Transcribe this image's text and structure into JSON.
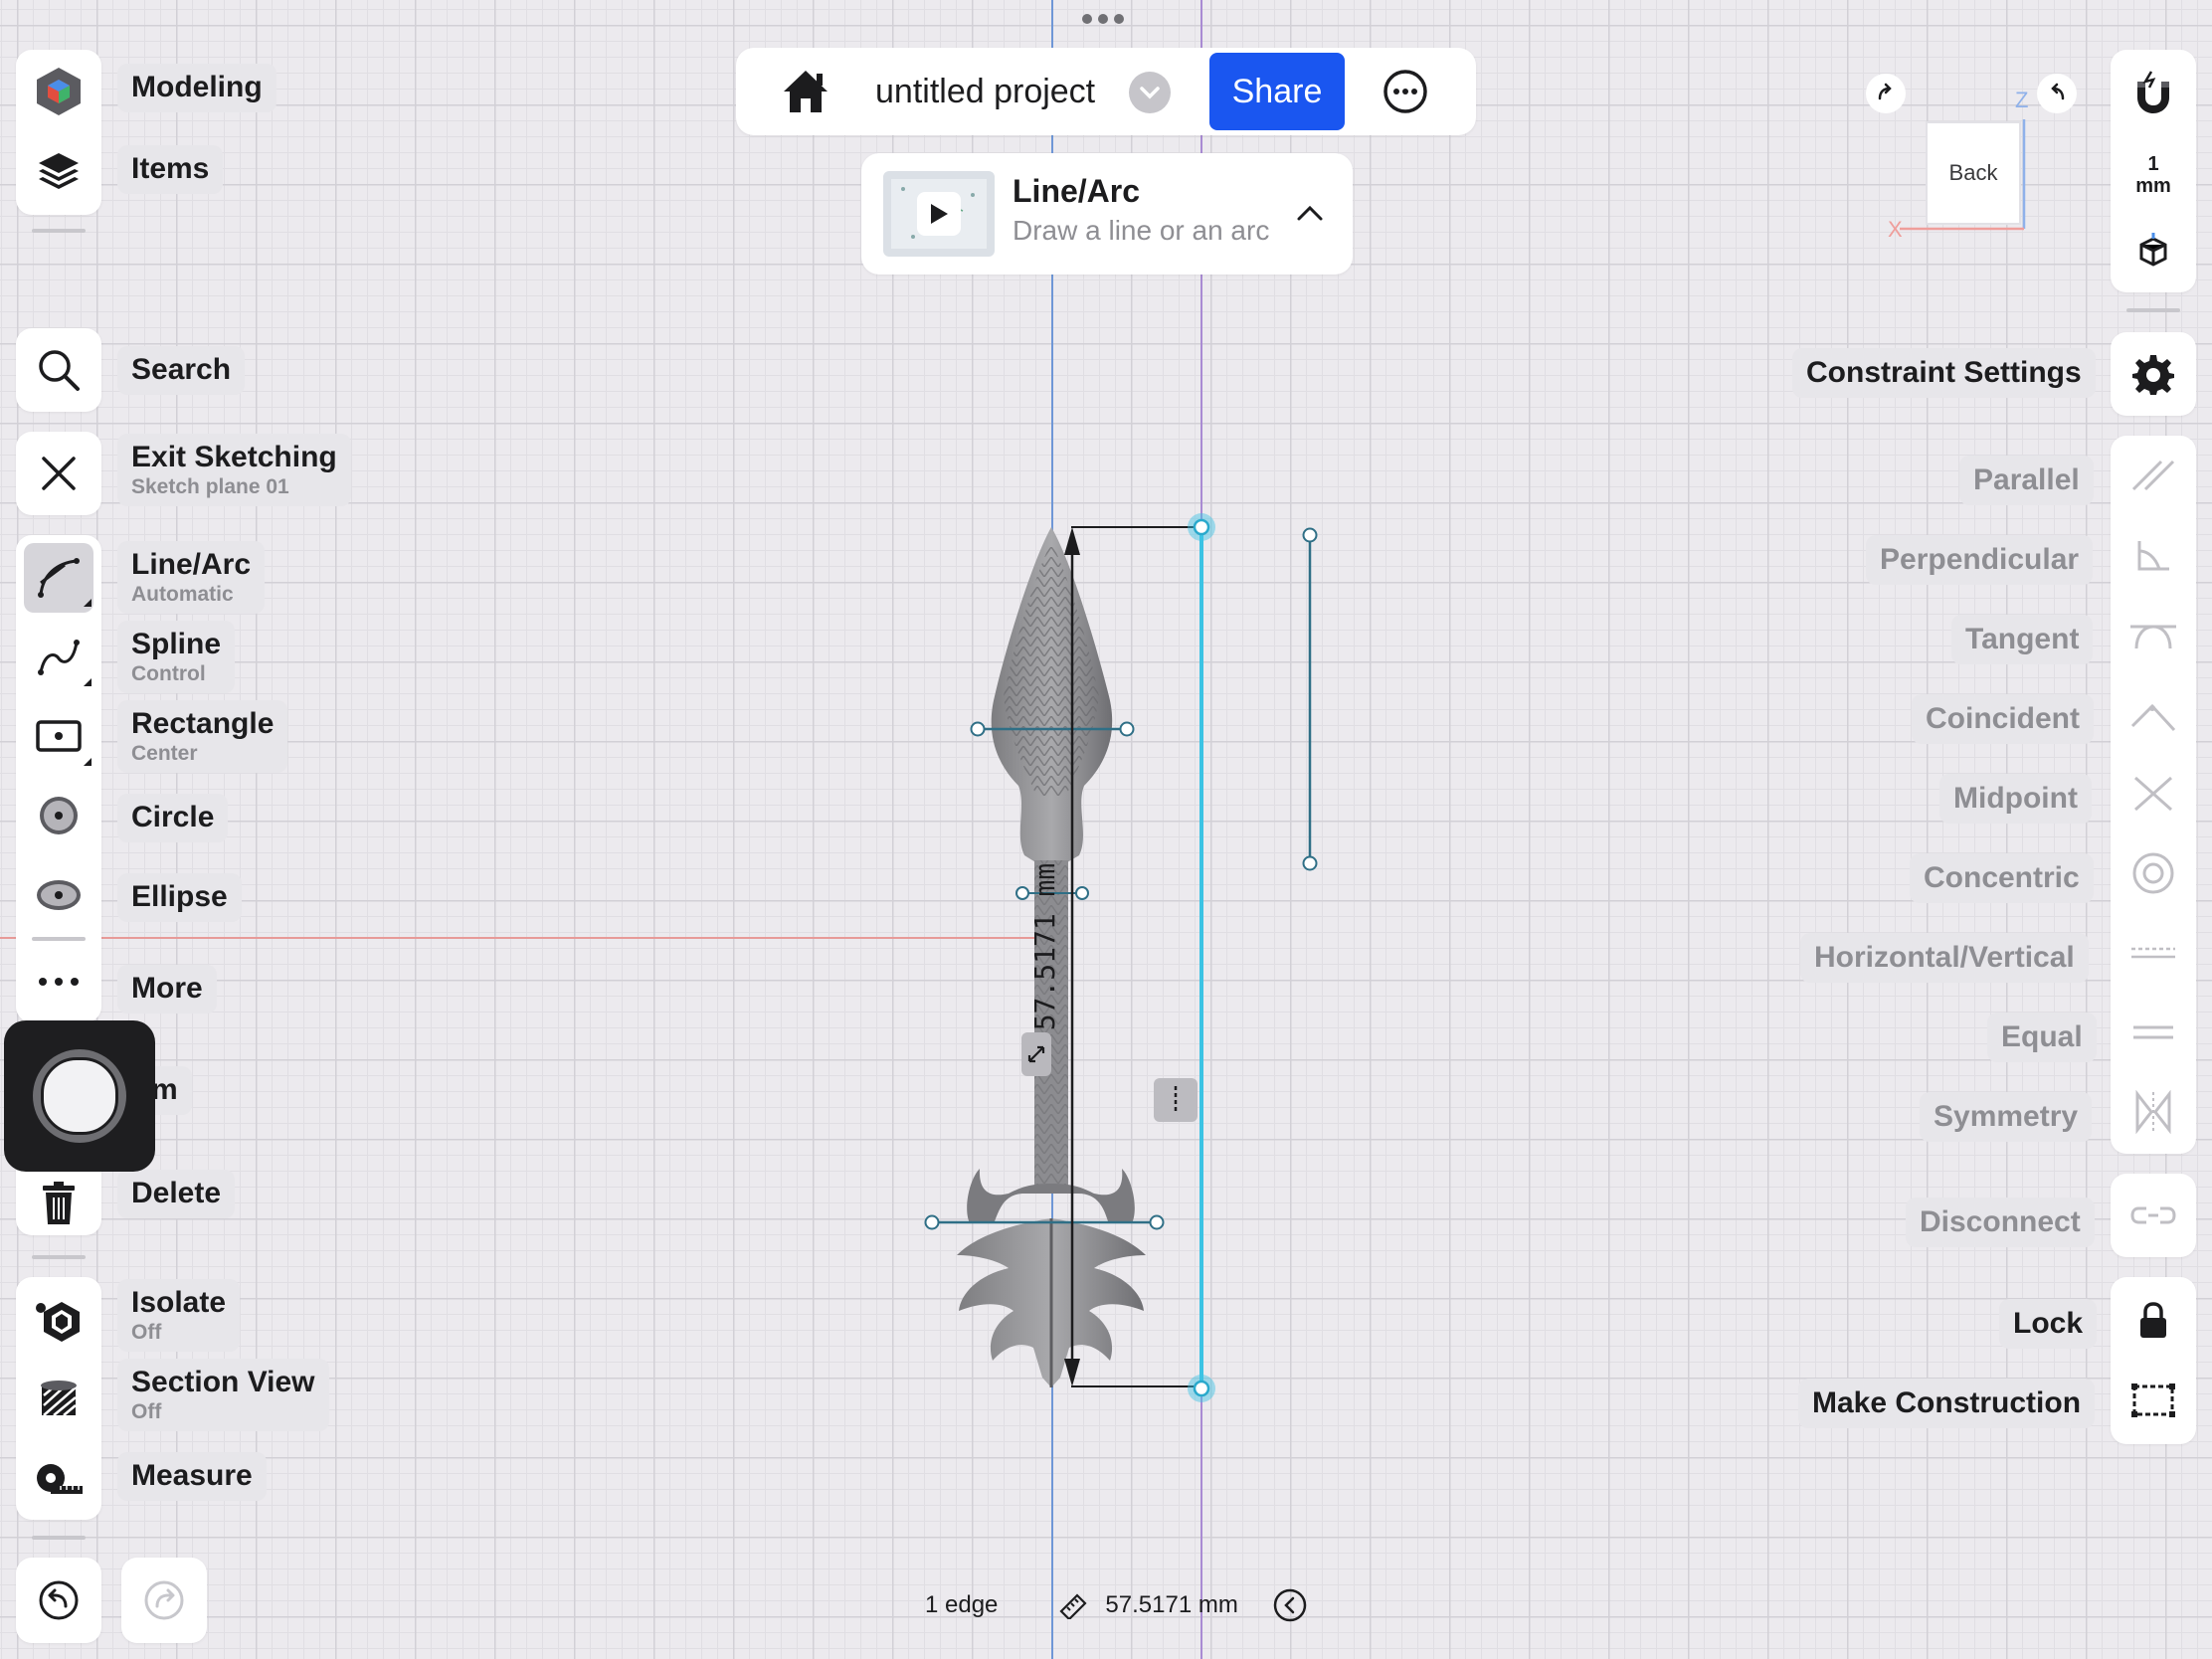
{
  "top_bar": {
    "project_title": "untitled project",
    "share_label": "Share"
  },
  "tool_hint": {
    "title": "Line/Arc",
    "subtitle": "Draw a line or an arc"
  },
  "left_panel": {
    "workspace": [
      {
        "label": "Modeling",
        "icon": "cube-icon"
      },
      {
        "label": "Items",
        "icon": "layers-icon"
      }
    ],
    "search_label": "Search",
    "exit_sketching": {
      "label": "Exit Sketching",
      "sub": "Sketch plane 01"
    },
    "sketch_tools": [
      {
        "label": "Line/Arc",
        "sub": "Automatic",
        "icon": "line-arc-icon",
        "selected": true
      },
      {
        "label": "Spline",
        "sub": "Control",
        "icon": "spline-icon"
      },
      {
        "label": "Rectangle",
        "sub": "Center",
        "icon": "rectangle-icon"
      },
      {
        "label": "Circle",
        "sub": "",
        "icon": "circle-icon"
      },
      {
        "label": "Ellipse",
        "sub": "",
        "icon": "ellipse-icon"
      },
      {
        "label": "More",
        "sub": "",
        "icon": "more-icon"
      }
    ],
    "trim_label": "rim",
    "delete_label": "Delete",
    "view_tools": [
      {
        "label": "Isolate",
        "sub": "Off",
        "icon": "isolate-icon"
      },
      {
        "label": "Section View",
        "sub": "Off",
        "icon": "section-view-icon"
      },
      {
        "label": "Measure",
        "sub": "",
        "icon": "measure-icon"
      }
    ]
  },
  "right_panel": {
    "unit_value": "1",
    "unit_label": "mm",
    "view_cube_label": "Back",
    "axis_z": "Z",
    "axis_x": "X",
    "constraint_settings_label": "Constraint Settings",
    "constraints": [
      {
        "label": "Parallel",
        "icon": "parallel-icon"
      },
      {
        "label": "Perpendicular",
        "icon": "perpendicular-icon"
      },
      {
        "label": "Tangent",
        "icon": "tangent-icon"
      },
      {
        "label": "Coincident",
        "icon": "coincident-icon"
      },
      {
        "label": "Midpoint",
        "icon": "midpoint-icon"
      },
      {
        "label": "Concentric",
        "icon": "concentric-icon"
      },
      {
        "label": "Horizontal/Vertical",
        "icon": "horizontal-vertical-icon"
      },
      {
        "label": "Equal",
        "icon": "equal-icon"
      },
      {
        "label": "Symmetry",
        "icon": "symmetry-icon"
      }
    ],
    "disconnect_label": "Disconnect",
    "lock_label": "Lock",
    "make_construction_label": "Make Construction"
  },
  "canvas": {
    "dimension_text": "57.5171 mm"
  },
  "status_bar": {
    "selection_count": "1 edge",
    "length": "57.5171 mm"
  },
  "colors": {
    "accent": "#1a56f0",
    "selection": "#3cc3e4",
    "sketch_line": "#2f6f86"
  }
}
